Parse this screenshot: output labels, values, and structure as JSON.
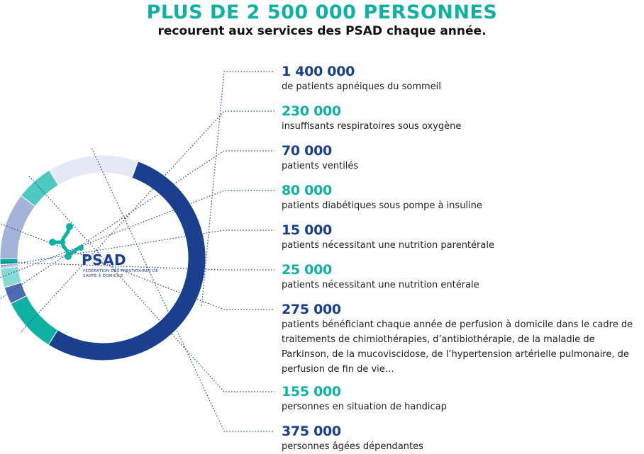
{
  "header": {
    "headline": "PLUS DE 2 500 000 PERSONNES",
    "subheadline": "recourent aux services des PSAD chaque année."
  },
  "logo": {
    "name": "PSAD",
    "tagline": "FÉDÉRATION DES PRESTATAIRES DE SANTÉ À DOMICILE"
  },
  "colors": {
    "navy": "#1a3f8f",
    "teal": "#0fb1a3",
    "text": "#1e1e1e"
  },
  "chart_data": {
    "type": "pie",
    "donut": true,
    "title": "",
    "slices": [
      {
        "value": "1 400 000",
        "amount": 1400000,
        "label": "de patients apnéiques du sommeil",
        "color": "#1a3f8f",
        "label_color": "#1a3f8f"
      },
      {
        "value": "230 000",
        "amount": 230000,
        "label": "insuffisants respiratoires sous oxygène",
        "color": "#0fb1a3",
        "label_color": "#0fb1a3"
      },
      {
        "value": "70 000",
        "amount": 70000,
        "label": "patients ventilés",
        "color": "#4e6bb1",
        "label_color": "#1a3f8f"
      },
      {
        "value": "80 000",
        "amount": 80000,
        "label": "patients diabétiques sous pompe à insuline",
        "color": "#86dbd5",
        "label_color": "#0fb1a3"
      },
      {
        "value": "15 000",
        "amount": 15000,
        "label": "patients nécessitant une nutrition parentérale",
        "color": "#b9c6e3",
        "label_color": "#1a3f8f"
      },
      {
        "value": "25 000",
        "amount": 25000,
        "label": "patients nécessitant une nutrition entérale",
        "color": "#10a99c",
        "label_color": "#0fb1a3"
      },
      {
        "value": "275 000",
        "amount": 275000,
        "label": "patients bénéficiant chaque année de perfusion à domicile dans le cadre de traitements de chimiothérapies, d’antibiothérapie, de la maladie de Parkinson, de la mucoviscidose, de l’hypertension artérielle pulmonaire, de perfusion de fin de vie…",
        "color": "#a3b4d8",
        "label_color": "#1a3f8f"
      },
      {
        "value": "155 000",
        "amount": 155000,
        "label": "personnes en situation de handicap",
        "color": "#4ec9bf",
        "label_color": "#0fb1a3"
      },
      {
        "value": "375 000",
        "amount": 375000,
        "label": "personnes âgées dépendantes",
        "color": "#e4e9f5",
        "label_color": "#1a3f8f"
      }
    ]
  }
}
